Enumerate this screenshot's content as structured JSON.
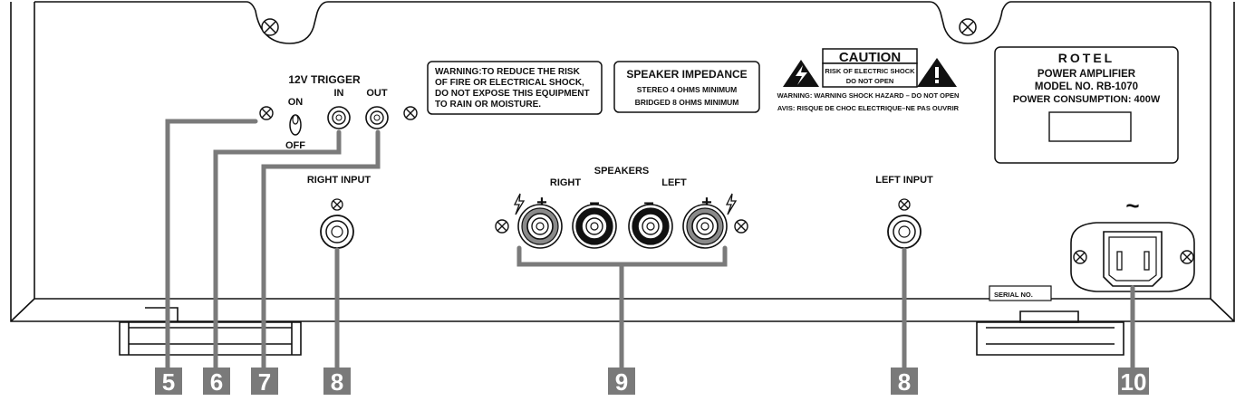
{
  "panel": {
    "trigger_title": "12V TRIGGER",
    "switch_on": "ON",
    "switch_off": "OFF",
    "trigger_in": "IN",
    "trigger_out": "OUT",
    "right_input": "RIGHT INPUT",
    "left_input": "LEFT INPUT",
    "speakers_title": "SPEAKERS",
    "speakers_right": "RIGHT",
    "speakers_left": "LEFT",
    "plus": "+",
    "minus": "–",
    "warning_box": {
      "line1": "WARNING:TO REDUCE THE RISK",
      "line2": "OF FIRE OR ELECTRICAL SHOCK,",
      "line3": "DO NOT EXPOSE THIS EQUIPMENT",
      "line4": "TO RAIN OR MOISTURE."
    },
    "impedance_box": {
      "title": "SPEAKER IMPEDANCE",
      "line1": "STEREO 4 OHMS MINIMUM",
      "line2": "BRIDGED 8 OHMS MINIMUM"
    },
    "caution": {
      "title": "CAUTION",
      "line1": "RISK OF ELECTRIC SHOCK",
      "line2": "DO NOT OPEN",
      "warning": "WARNING: WARNING SHOCK HAZARD – DO NOT OPEN",
      "avis": "AVIS: RISQUE DE CHOC ELECTRIQUE–NE PAS OUVRIR"
    },
    "label_plate": {
      "brand": "ROTEL",
      "line1": "POWER AMPLIFIER",
      "line2": "MODEL NO. RB-1070",
      "line3": "POWER CONSUMPTION: 400W"
    },
    "serial": "SERIAL NO.",
    "ac_symbol": "~"
  },
  "callouts": [
    "5",
    "6",
    "7",
    "8",
    "9",
    "8",
    "10"
  ]
}
